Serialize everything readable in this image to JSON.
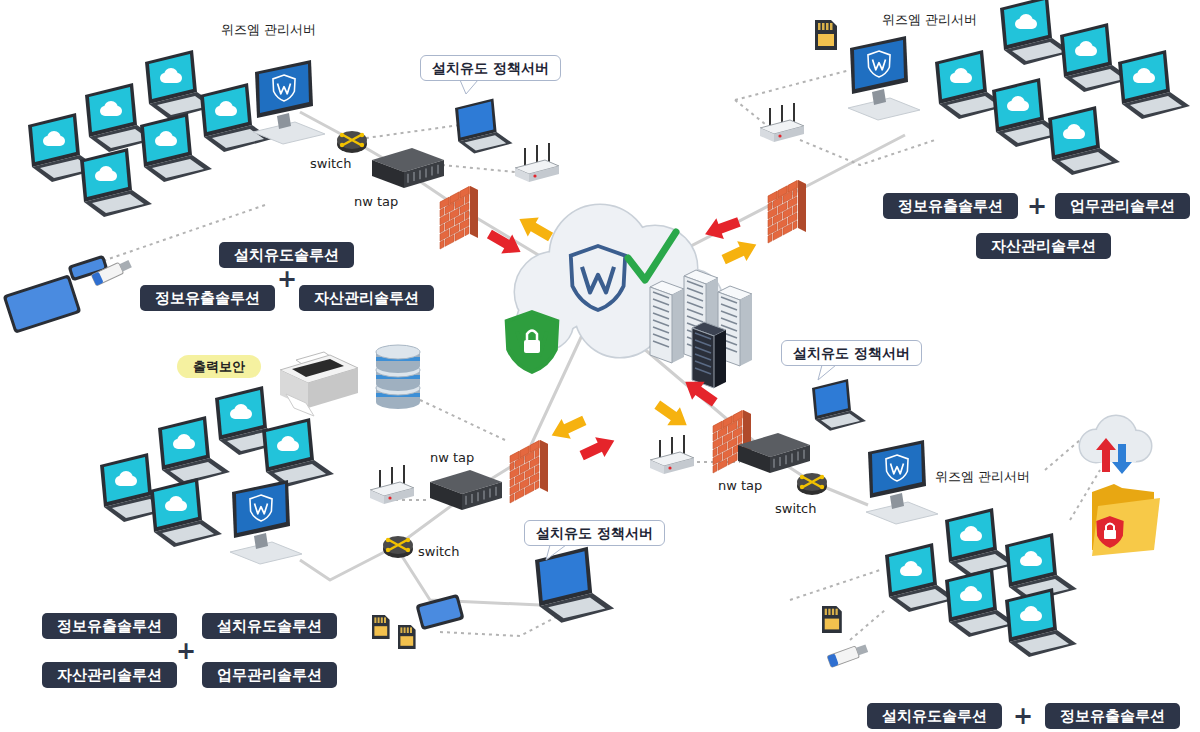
{
  "diagram": {
    "nodes": [
      {
        "text": [
          "설치유도 정책서버"
        ]
      },
      {
        "text": [
          "정보유출솔루션"
        ]
      },
      {
        "text": [
          "업무관리솔루션"
        ]
      },
      {
        "text": [
          "자산관리솔루션"
        ]
      },
      {
        "text": [
          "설치유도솔루션"
        ]
      },
      {
        "text": [
          "정보유출솔루션"
        ]
      },
      {
        "text": [
          "자산관리솔루션"
        ]
      },
      {
        "text": [
          "설치유도 정책서버"
        ]
      },
      {
        "text": [
          "출력보안"
        ]
      },
      {
        "text": [
          "설치유도 정책서버"
        ]
      },
      {
        "text": [
          "정보유출솔루션"
        ]
      },
      {
        "text": [
          "설치유도솔루션"
        ]
      },
      {
        "text": [
          "자산관리솔루션"
        ]
      },
      {
        "text": [
          "업무관리솔루션"
        ]
      },
      {
        "text": [
          "설치유도솔루션"
        ]
      },
      {
        "text": [
          "정보유출솔루션"
        ]
      }
    ],
    "labels": [
      "위즈엠 관리서버",
      "위즈엠 관리서버",
      "switch",
      "nw tap",
      "+",
      "+",
      "nw tap",
      "switch",
      "+",
      "nw tap",
      "switch",
      "위즈엠 관리서버",
      "+"
    ]
  }
}
